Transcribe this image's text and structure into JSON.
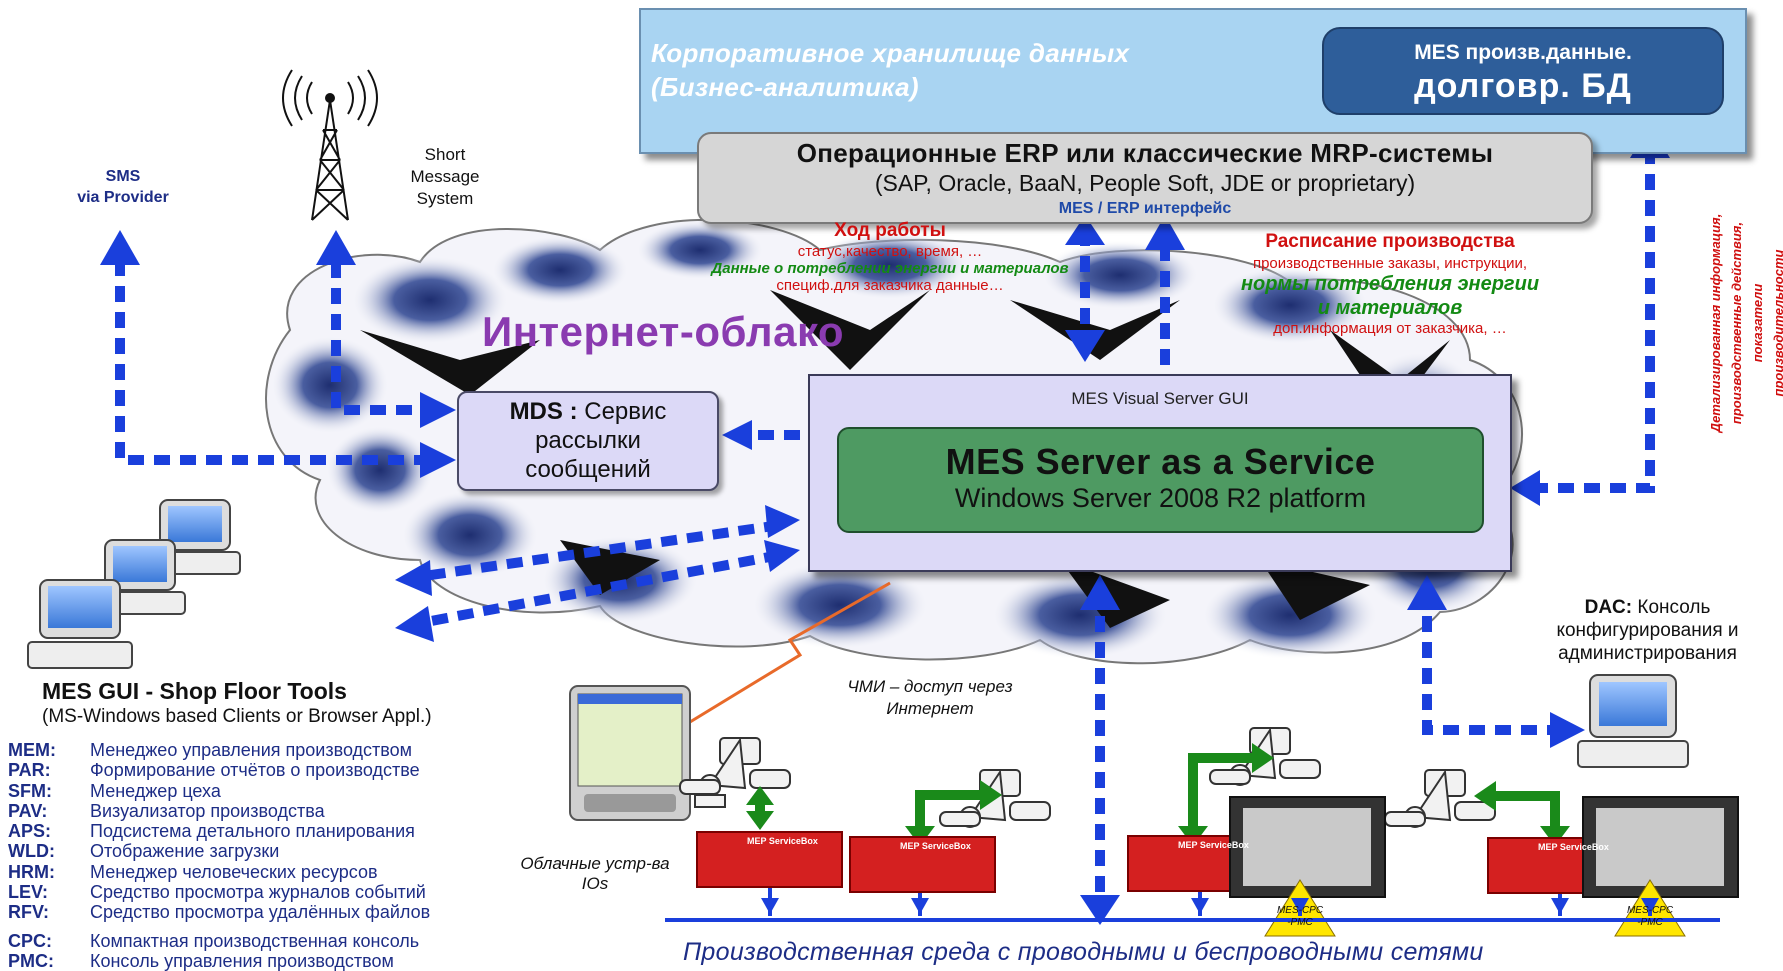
{
  "dwh": {
    "title_line1": "Корпоративное хранилище данных",
    "title_line2": "(Бизнес-аналитика)"
  },
  "mes_db": {
    "line1": "MES произв.данные.",
    "line2": "долговр. БД"
  },
  "erp": {
    "title": "Операционные ERP или классические MRP-системы",
    "subtitle": "(SAP, Oracle, BaaN, People Soft, JDE or proprietary)",
    "interface": "MES / ERP интерфейс"
  },
  "progress": {
    "title": "Ход работы",
    "line1": "статус,качество, время, …",
    "line2": "Данные о потреблении энергии и материалов",
    "line3": "специф.для заказчика данные…"
  },
  "schedule": {
    "title": "Расписание производства",
    "line1": "производственные заказы, инструкции,",
    "line2": "нормы потребления энергии",
    "line3": "и материалов",
    "line4": "доп.информация от заказчика, …"
  },
  "vertical_note": {
    "line1": "Детализированная информация,",
    "line2": "производственные действия,",
    "line3": "показатели производительности"
  },
  "cloud_title": "Интернет-облако",
  "mds": {
    "label_bold": "MDS :",
    "label_rest": "Сервис рассылки сообщений"
  },
  "server": {
    "gui_label": "MES Visual Server GUI",
    "title": "MES Server as a Service",
    "platform": "Windows Server 2008 R2 platform"
  },
  "sms": {
    "line1": "SMS",
    "line2": "via Provider"
  },
  "short_msg": {
    "line1": "Short",
    "line2": "Message",
    "line3": "System"
  },
  "gui_tools": {
    "title": "MES GUI - Shop Floor Tools",
    "subtitle": "(MS-Windows based Clients or Browser Appl.)"
  },
  "dac": {
    "bold": "DAC:",
    "line1": "Консоль",
    "line2": "конфигурирования и",
    "line3": "администрирования"
  },
  "hmi": {
    "line1": "ЧМИ – доступ через",
    "line2": "Интернет"
  },
  "cloud_devices": {
    "line1": "Облачные устр-ва",
    "line2": "IOs"
  },
  "cpc_label1": {
    "line1": "MES-CPC",
    "line2": "-PMC"
  },
  "cpc_label2": {
    "line1": "MES-CPC",
    "line2": "-PMC"
  },
  "servicebox_label": "MEP ServiceBox",
  "legend": [
    {
      "key": "MEM:",
      "value": "Менеджео управления производством"
    },
    {
      "key": "PAR:",
      "value": "Формирование отчётов о производстве"
    },
    {
      "key": "SFM:",
      "value": "Менеджер цеха"
    },
    {
      "key": "PAV:",
      "value": "Визуализатор производства"
    },
    {
      "key": "APS:",
      "value": "Подсистема детального планирования"
    },
    {
      "key": "WLD:",
      "value": "Отображение загрузки"
    },
    {
      "key": "HRM:",
      "value": "Менеджер человеческих ресурсов"
    },
    {
      "key": "LEV:",
      "value": "Средство просмотра журналов событий"
    },
    {
      "key": "RFV:",
      "value": "Средство просмотра удалённых файлов"
    },
    {
      "key": "CPC:",
      "value": "Компактная производственная консоль"
    },
    {
      "key": "PMC:",
      "value": "Консоль управления производством"
    }
  ],
  "bottom_title": "Производственная среда с проводными и беспроводными сетями",
  "colors": {
    "arrow_blue": "#1a3fdc",
    "arrow_green": "#1a8a1a",
    "cloud_blue": "#2a3e86",
    "text_red": "#d01010"
  }
}
